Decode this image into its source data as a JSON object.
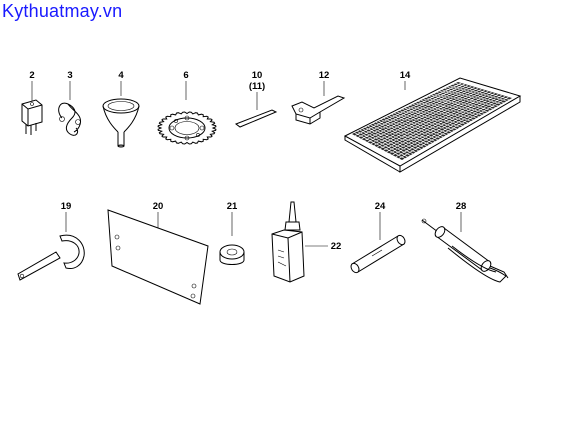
{
  "site_name": "Kythuatmay.vn",
  "callouts": [
    {
      "id": "p2",
      "label": "2",
      "part": "relay"
    },
    {
      "id": "p3",
      "label": "3",
      "part": "hair-pin clip"
    },
    {
      "id": "p4",
      "label": "4",
      "part": "funnel"
    },
    {
      "id": "p6",
      "label": "6",
      "part": "sprocket"
    },
    {
      "id": "p10",
      "label": "10",
      "sub": "(11)",
      "part": "feeler strip"
    },
    {
      "id": "p12",
      "label": "12",
      "part": "wrench"
    },
    {
      "id": "p14",
      "label": "14",
      "part": "mesh plate"
    },
    {
      "id": "p19",
      "label": "19",
      "part": "hook spanner"
    },
    {
      "id": "p20",
      "label": "20",
      "part": "plate"
    },
    {
      "id": "p21",
      "label": "21",
      "part": "cap"
    },
    {
      "id": "p22",
      "label": "22",
      "part": "oil bottle"
    },
    {
      "id": "p24",
      "label": "24",
      "part": "tube"
    },
    {
      "id": "p28",
      "label": "28",
      "part": "grease gun"
    }
  ]
}
